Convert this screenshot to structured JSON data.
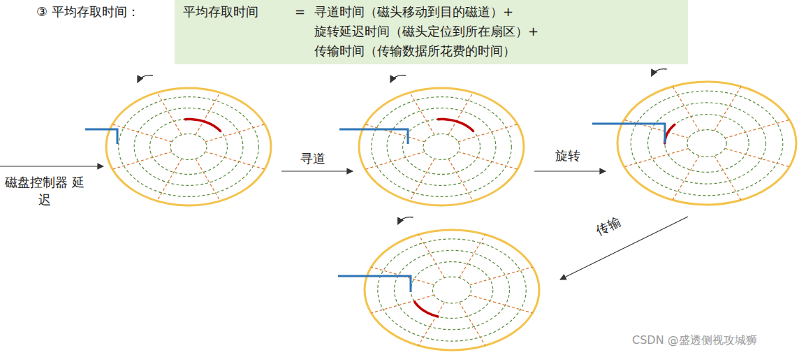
{
  "diagram": {
    "title": "③ 平均存取时间：",
    "nodes": [
      {
        "text": [
          "平均存取时间",
          "=",
          "寻道时间（磁头移动到目的磁道）+",
          "旋转延迟时间（磁头定位到所在扇区）+",
          "传输时间（传输数据所花费的时间）"
        ]
      }
    ],
    "labels": [
      "磁盘控制器 延迟",
      "寻道",
      "旋转",
      "传输",
      "CSDN @盛透侧视攻城狮"
    ]
  }
}
